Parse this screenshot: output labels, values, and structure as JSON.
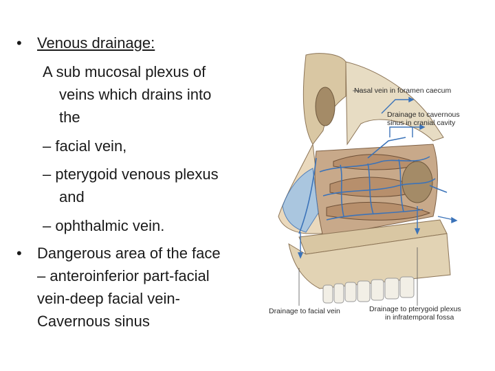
{
  "slide": {
    "bullet1": {
      "heading": "Venous drainage:",
      "lines": [
        "A  sub mucosal plexus of",
        "veins which drains into",
        "the",
        "– facial vein,",
        "– pterygoid venous plexus",
        "and",
        "– ophthalmic vein."
      ]
    },
    "bullet2": {
      "lines": [
        "Dangerous area of the face",
        "– anteroinferior part-facial",
        "vein-deep facial vein-",
        "Cavernous sinus"
      ]
    },
    "bullet_symbol": "•"
  },
  "figure": {
    "labels": {
      "nasal_vein": "Nasal vein in foramen caecum",
      "cavernous_1": "Drainage to cavernous",
      "cavernous_2": "sinus in cranial cavity",
      "facial": "Drainage to facial vein",
      "pterygoid_1": "Drainage to pterygoid plexus",
      "pterygoid_2": "in infratemporal fossa"
    },
    "colors": {
      "bone": "#d9c7a3",
      "mucosa": "#c8a98a",
      "vein": "#3b73b9",
      "highlight": "#9fc3e6",
      "teeth": "#f2efe6"
    }
  }
}
